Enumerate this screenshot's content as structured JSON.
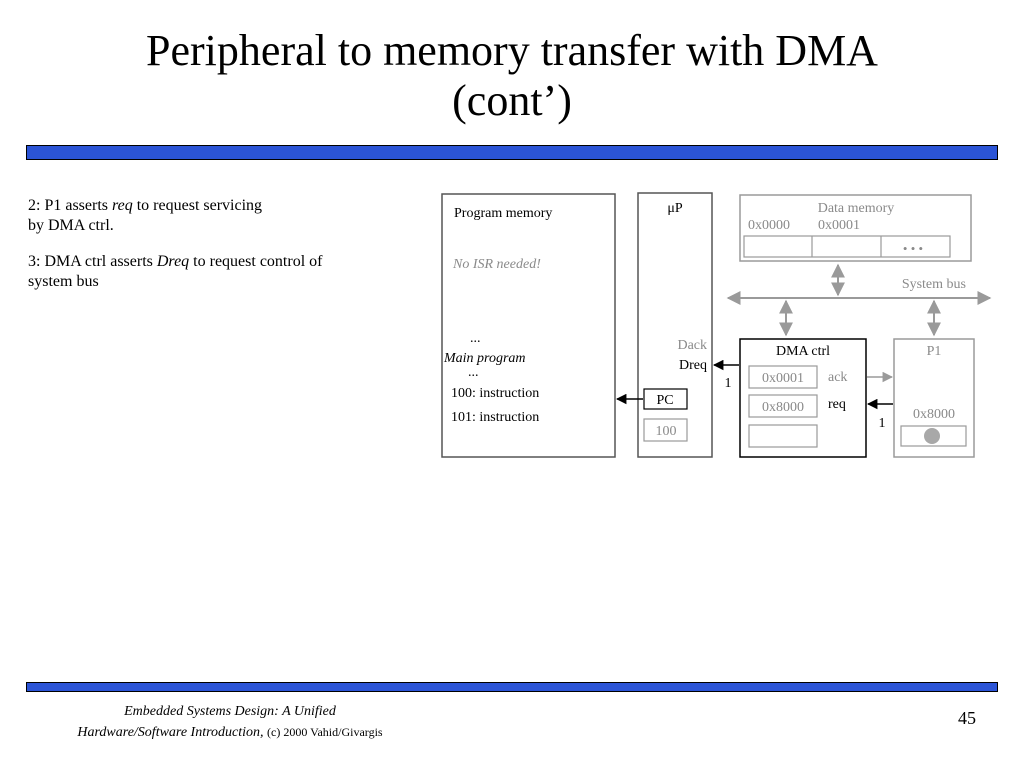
{
  "slide": {
    "title_line1": "Peripheral to memory transfer with DMA",
    "title_line2": "(cont’)"
  },
  "bullets": {
    "step2_prefix": "2: P1 asserts ",
    "step2_em": "req",
    "step2_suffix": " to request servicing",
    "step2_line2": " by DMA ctrl.",
    "step3_prefix": "3: DMA ctrl asserts ",
    "step3_em": "Dreq",
    "step3_suffix": " to request control of",
    "step3_line2": "system bus"
  },
  "diagram": {
    "program_memory": {
      "label": "Program memory",
      "note": "No ISR needed!",
      "ellipsis_top": "...",
      "main_program": "Main program",
      "ellipsis_bottom": "...",
      "line1": "100:  instruction",
      "line2": "101:  instruction"
    },
    "up": {
      "label": "μP",
      "dack": "Dack",
      "dreq": "Dreq",
      "pc_label": "PC",
      "pc_value": "100"
    },
    "data_memory": {
      "label": "Data memory",
      "addr0": "0x0000",
      "addr1": "0x0001",
      "ellipsis": "• • •"
    },
    "system_bus": "System bus",
    "dma_ctrl": {
      "label": "DMA ctrl",
      "reg1": "0x0001",
      "reg2": "0x8000",
      "ack": "ack",
      "req": "req"
    },
    "p1": {
      "label": "P1",
      "addr": "0x8000"
    },
    "signal_dreq_value": "1",
    "signal_req_value": "1"
  },
  "footer": {
    "book_line1": "Embedded Systems Design: A Unified",
    "book_line2": "Hardware/Software Introduction,",
    "copyright": "(c) 2000 Vahid/Givargis",
    "page": "45"
  },
  "colors": {
    "rule_blue": "#2b54d6",
    "gray_text": "#8a8a8a",
    "gray_line": "#9a9a9a"
  }
}
